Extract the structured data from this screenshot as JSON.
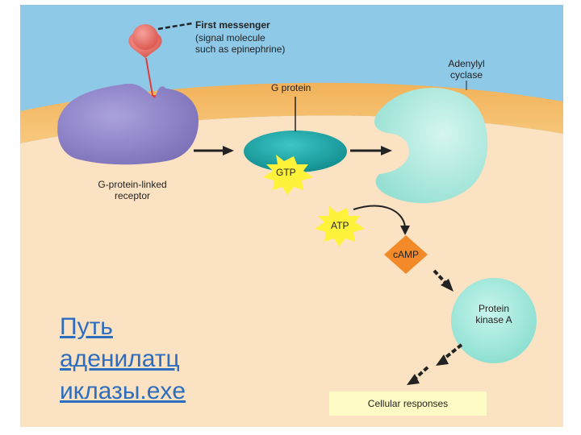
{
  "labels": {
    "first_messenger_title": "First messenger",
    "first_messenger_desc": "(signal molecule\nsuch as epinephrine)",
    "adenylyl_cyclase": "Adenylyl\ncyclase",
    "g_protein": "G protein",
    "gtp": "GTP",
    "receptor": "G-protein-linked\nreceptor",
    "atp": "ATP",
    "camp": "cAMP",
    "protein_kinase": "Protein\nkinase A",
    "cellular_responses": "Cellular responses"
  },
  "slide_title": "Путь\nаденилатц\nиклазы.exe",
  "colors": {
    "extracellular": "#8ec9e8",
    "membrane": "#f4b95f",
    "cytoplasm": "#fbe2c2",
    "receptor": "#9b8fd0",
    "g_protein": "#1aa7a7",
    "cyclase": "#b9ece2",
    "kinase": "#a8ece0",
    "first_messenger": "#e8726b",
    "star": "#fff23a",
    "camp": "#f28a2a",
    "title_link": "#2c6dbf"
  },
  "icons": [
    "signal-molecule-icon",
    "star-burst-icon",
    "arrow-icon"
  ]
}
